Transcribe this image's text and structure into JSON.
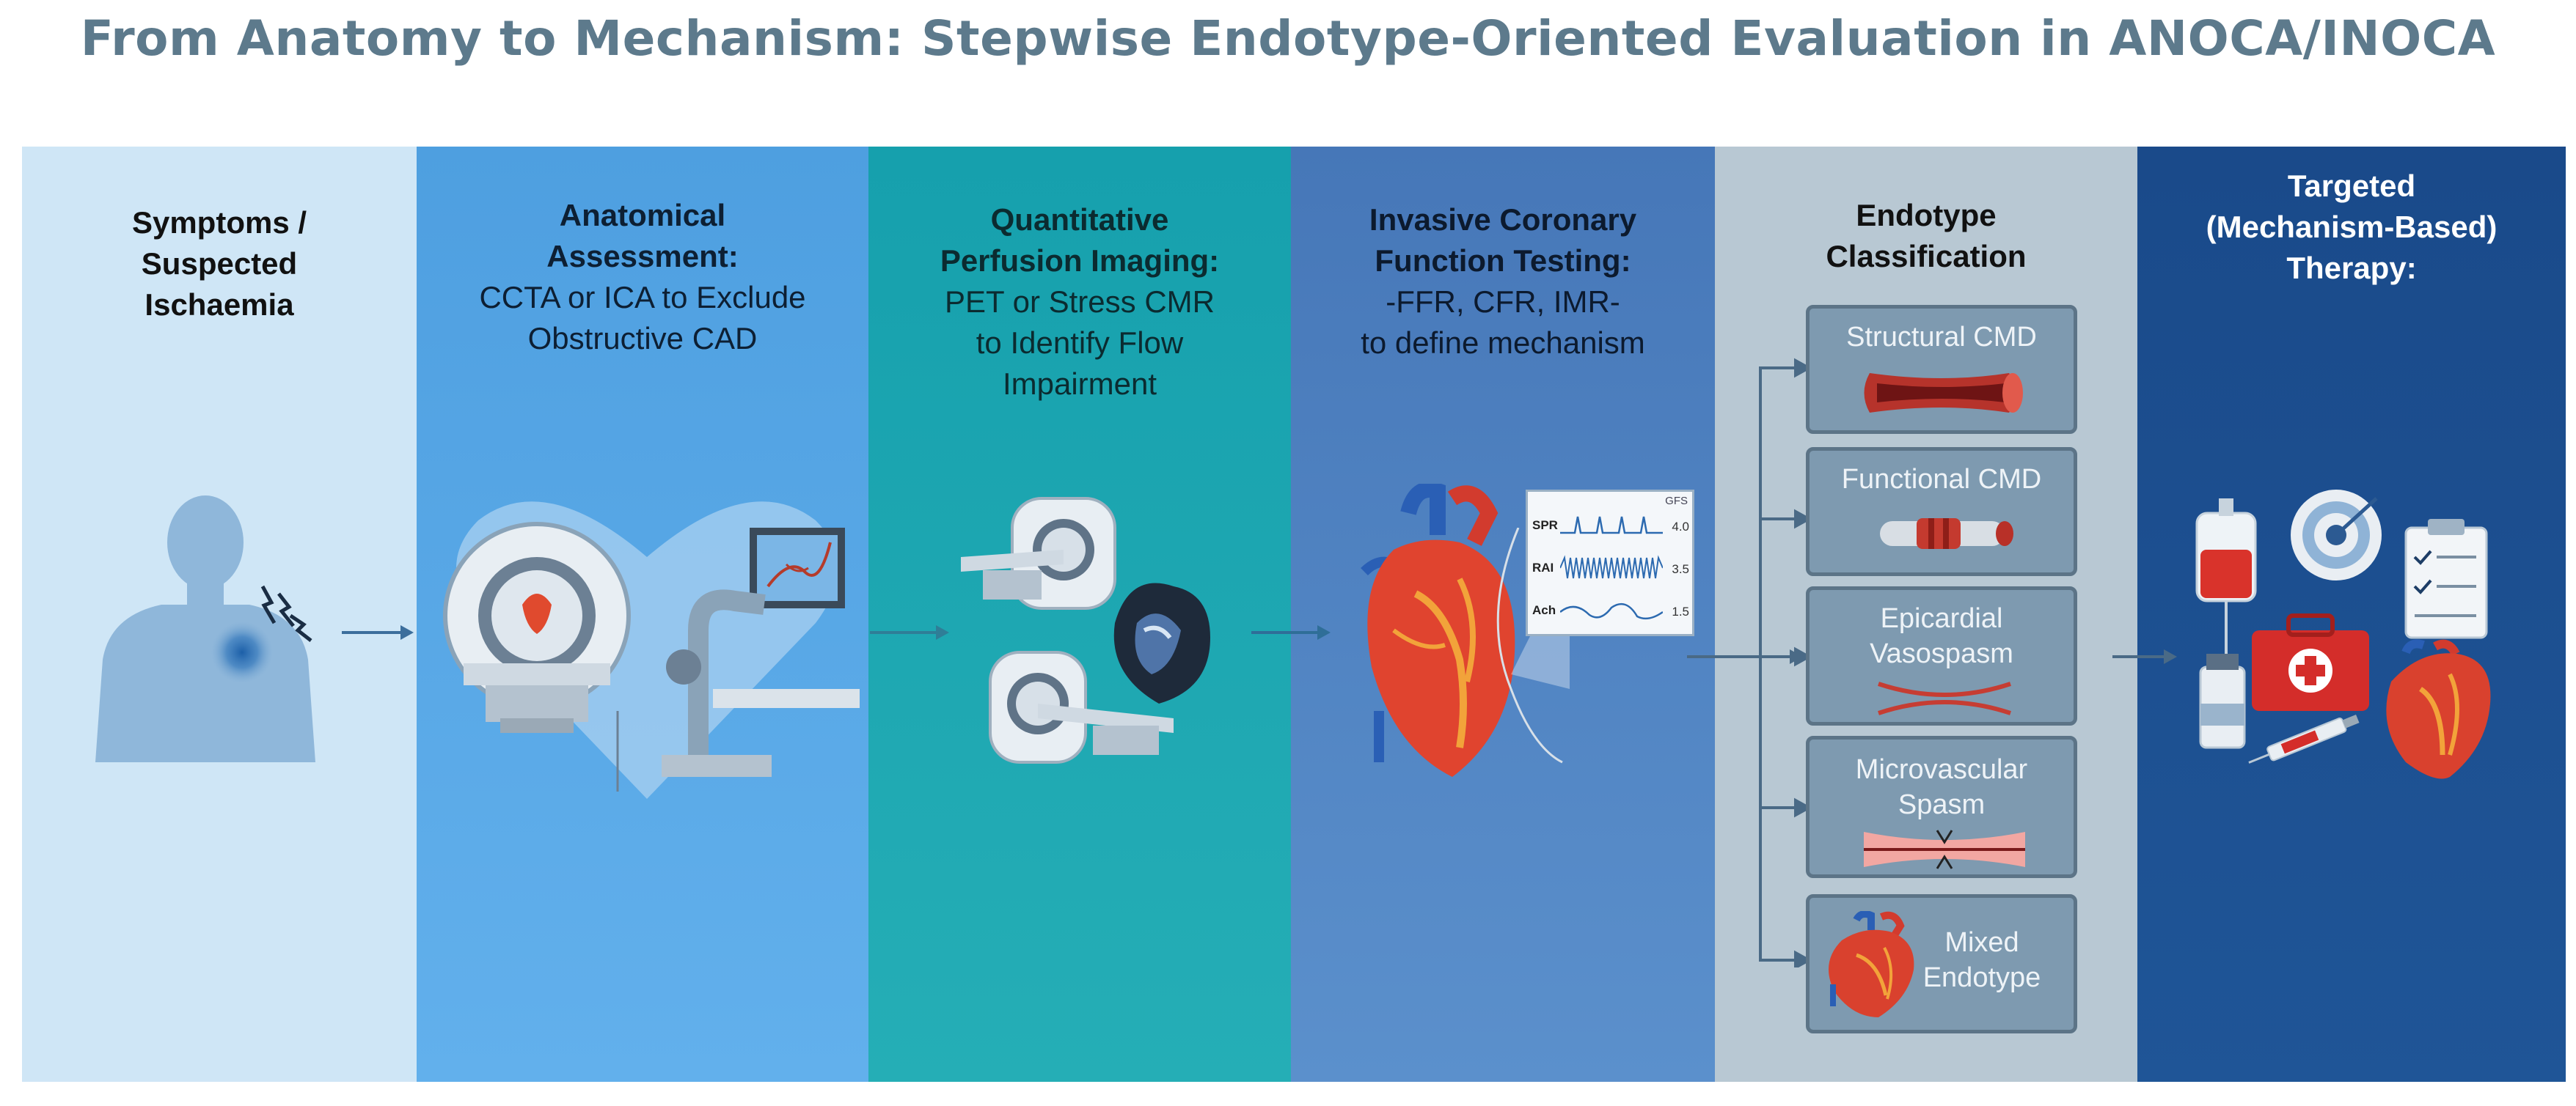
{
  "title": "From Anatomy to Mechanism: Stepwise Endotype-Oriented Evaluation in ANOCA/INOCA",
  "colors": {
    "title": "#5d7a8c",
    "panel_1": "#cfe6f6",
    "panel_2": "#5aa9e6",
    "panel_3": "#1ea6b0",
    "panel_4": "#4f84c4",
    "panel_5": "#b7c7d2",
    "panel_6": "#1d4e8f",
    "endotype_box": "#7e9ab0"
  },
  "steps": [
    {
      "heading": [
        "Symptoms /",
        "Suspected",
        "Ischaemia"
      ],
      "lines": [],
      "icon": "patient-chest-pain-icon"
    },
    {
      "heading": [
        "Anatomical",
        "Assessment:"
      ],
      "lines": [
        "CCTA or ICA to Exclude",
        "Obstructive CAD"
      ],
      "icon": "ct-scanner-angiography-icon"
    },
    {
      "heading": [
        "Quantitative",
        "Perfusion Imaging:"
      ],
      "lines": [
        "PET or Stress CMR",
        "to Identify Flow",
        "Impairment"
      ],
      "icon": "pet-cmr-scanner-icon"
    },
    {
      "heading": [
        "Invasive Coronary",
        "Function Testing:"
      ],
      "lines": [
        "-FFR, CFR, IMR-",
        "to define mechanism"
      ],
      "icon": "heart-pressure-wire-icon"
    },
    {
      "heading": [
        "Endotype",
        "Classification"
      ],
      "lines": [],
      "icon": ""
    },
    {
      "heading": [
        "Targeted",
        "(Mechanism-Based)",
        "Therapy:"
      ],
      "lines": [],
      "icon": "therapy-medication-icon"
    }
  ],
  "monitor": {
    "rows": [
      {
        "label": "SPR",
        "value": "4.0"
      },
      {
        "label": "RAI",
        "value": "3.5"
      },
      {
        "label": "Ach",
        "value": "1.5"
      }
    ],
    "corner": "GFS"
  },
  "endotypes": [
    {
      "lines": [
        "Structural CMD"
      ],
      "icon": "narrowed-vessel-icon"
    },
    {
      "lines": [
        "Functional CMD"
      ],
      "icon": "constricted-vessel-icon"
    },
    {
      "lines": [
        "Epicardial",
        "Vasospasm"
      ],
      "icon": "crossed-vessel-icon"
    },
    {
      "lines": [
        "Microvascular",
        "Spasm"
      ],
      "icon": "pinched-vessel-icon"
    },
    {
      "lines": [
        "Mixed",
        "Endotype"
      ],
      "icon": "heart-icon"
    }
  ]
}
